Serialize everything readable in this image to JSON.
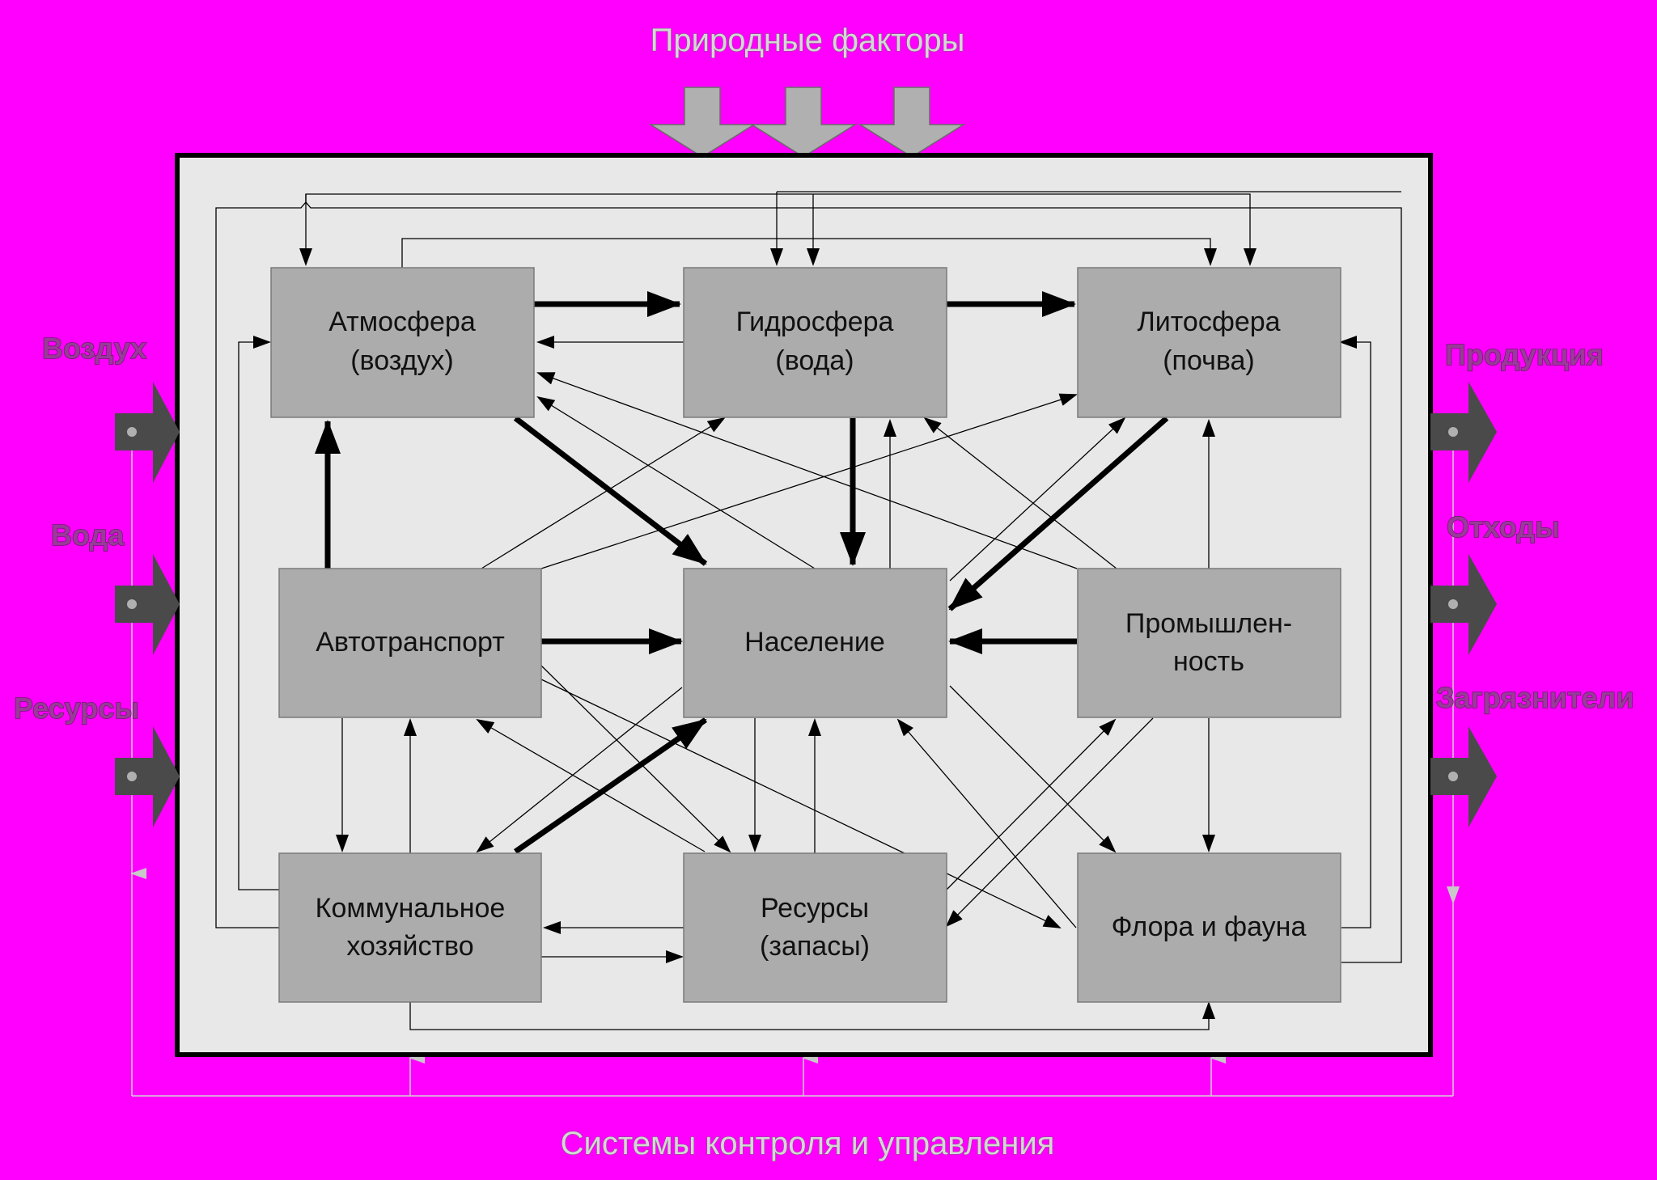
{
  "title_top": "Природные факторы",
  "title_bottom": "Системы контроля и управления",
  "inputs": [
    "Воздух",
    "Вода",
    "Ресурсы"
  ],
  "outputs": [
    "Продукция",
    "Отходы",
    "Загрязнители"
  ],
  "nodes": {
    "atmosphere": [
      "Атмосфера",
      "(воздух)"
    ],
    "hydrosphere": [
      "Гидросфера",
      "(вода)"
    ],
    "lithosphere": [
      "Литосфера",
      "(почва)"
    ],
    "transport": [
      "Автотранспорт"
    ],
    "population": [
      "Население"
    ],
    "industry": [
      "Промышлен-",
      "ность"
    ],
    "utilities": [
      "Коммунальное",
      "хозяйство"
    ],
    "resources": [
      "Ресурсы",
      "(запасы)"
    ],
    "flora": [
      "Флора и фауна"
    ]
  },
  "colors": {
    "background": "#ff00ff",
    "frame": "#e8e8e8",
    "box": "#acacac",
    "side_arrow": "#4a4a4a",
    "top_arrow": "#b0b0b0"
  }
}
